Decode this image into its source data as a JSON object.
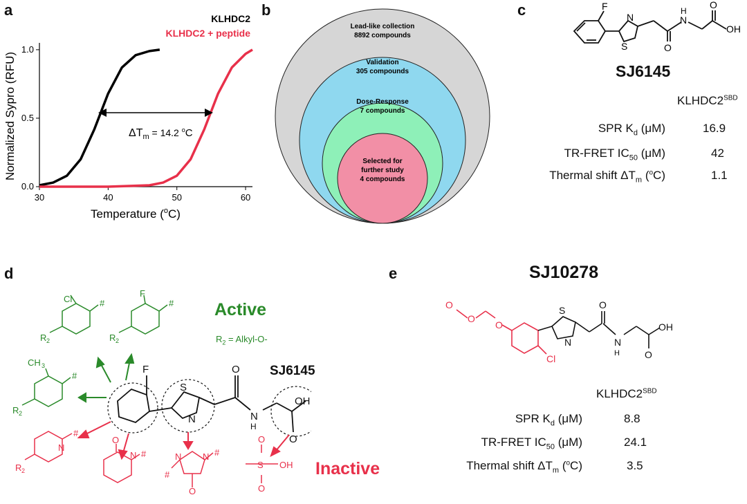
{
  "panels": {
    "a": {
      "letter": "a",
      "legend": [
        {
          "label": "KLHDC2",
          "color": "#000000"
        },
        {
          "label": "KLHDC2 + peptide",
          "color": "#e8304a"
        }
      ],
      "xlabel_pre": "Temperature (",
      "xlabel_sup": "o",
      "xlabel_post": "C)",
      "ylabel": "Normalized Sypro (RFU)",
      "xticks": [
        "30",
        "40",
        "50",
        "60"
      ],
      "yticks": [
        "0.0",
        "0.5",
        "1.0"
      ],
      "delta_label": "ΔT",
      "delta_sub": "m",
      "delta_value": "= 14.2",
      "delta_unit_sup": "o",
      "delta_unit": "C"
    },
    "b": {
      "letter": "b",
      "circles": [
        {
          "line1": "Lead-like collection",
          "line2": "8892 compounds",
          "color": "#d6d6d6"
        },
        {
          "line1": "Validation",
          "line2": "305 compounds",
          "color": "#8fd8ef"
        },
        {
          "line1": "Dose-Response",
          "line2": "7 compounds",
          "color": "#8ef0b8"
        },
        {
          "line1": "Selected for",
          "line2": "further study",
          "line3": "4 compounds",
          "color": "#f28fa6"
        }
      ]
    },
    "c": {
      "letter": "c",
      "compound": "SJ6145",
      "table_header": "KLHDC2",
      "table_header_sup": "SBD",
      "rows": [
        {
          "label": "SPR K",
          "sub": "d",
          "unit": " (μM)",
          "value": "16.9"
        },
        {
          "label": "TR-FRET IC",
          "sub": "50",
          "unit": " (μM)",
          "value": "42"
        },
        {
          "label": "Thermal shift ΔT",
          "sub": "m",
          "unit": " (",
          "unit_sup": "o",
          "unit_end": "C)",
          "value": "1.1"
        }
      ]
    },
    "d": {
      "letter": "d",
      "compound": "SJ6145",
      "active_label": "Active",
      "inactive_label": "Inactive",
      "r2_note": "R",
      "r2_note_sub": "2",
      "r2_note_rest": " = Alkyl-O-"
    },
    "e": {
      "letter": "e",
      "compound": "SJ10278",
      "table_header": "KLHDC2",
      "table_header_sup": "SBD",
      "rows": [
        {
          "label": "SPR K",
          "sub": "d",
          "unit": " (μM)",
          "value": "8.8"
        },
        {
          "label": "TR-FRET IC",
          "sub": "50",
          "unit": " (μM)",
          "value": "24.1"
        },
        {
          "label": "Thermal shift ΔT",
          "sub": "m",
          "unit": " (",
          "unit_sup": "o",
          "unit_end": "C)",
          "value": "3.5"
        }
      ]
    }
  },
  "chart_data": {
    "type": "line",
    "title": "",
    "xlabel": "Temperature (oC)",
    "ylabel": "Normalized Sypro (RFU)",
    "xlim": [
      30,
      61
    ],
    "ylim": [
      0,
      1.05
    ],
    "series": [
      {
        "name": "KLHDC2",
        "color": "#000000",
        "x": [
          30,
          32,
          34,
          36,
          38,
          40,
          42,
          44,
          46,
          47.5
        ],
        "y": [
          0.01,
          0.03,
          0.08,
          0.2,
          0.42,
          0.68,
          0.87,
          0.96,
          0.99,
          1.0
        ]
      },
      {
        "name": "KLHDC2 + peptide",
        "color": "#e8304a",
        "x": [
          30,
          40,
          46,
          48,
          50,
          52,
          54,
          56,
          58,
          60,
          61
        ],
        "y": [
          0.0,
          0.0,
          0.01,
          0.03,
          0.08,
          0.2,
          0.42,
          0.68,
          0.87,
          0.97,
          1.0
        ]
      }
    ]
  }
}
